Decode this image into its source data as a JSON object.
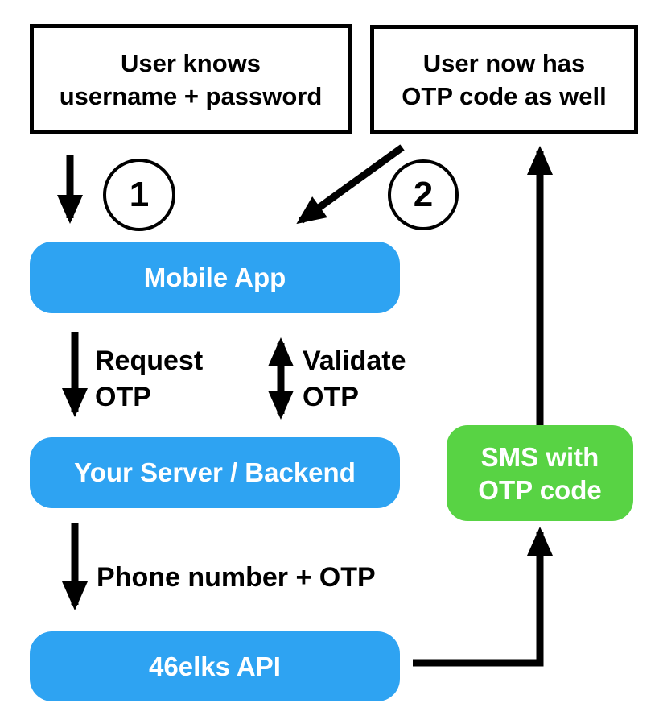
{
  "colors": {
    "blue": "#2EA3F2",
    "green": "#58D344",
    "stroke": "#000000",
    "text_light": "#FFFFFF",
    "text_dark": "#000000"
  },
  "boxes": {
    "credentials": {
      "line1": "User knows",
      "line2": "username + password"
    },
    "user_otp": {
      "line1": "User now has",
      "line2": "OTP code as well"
    },
    "mobile_app": {
      "label": "Mobile App"
    },
    "server": {
      "label": "Your Server / Backend"
    },
    "api": {
      "label": "46elks API"
    },
    "sms": {
      "line1": "SMS with",
      "line2": "OTP code"
    }
  },
  "steps": {
    "one": "1",
    "two": "2"
  },
  "labels": {
    "request": {
      "line1": "Request",
      "line2": "OTP"
    },
    "validate": {
      "line1": "Validate",
      "line2": "OTP"
    },
    "phone": "Phone number + OTP"
  }
}
